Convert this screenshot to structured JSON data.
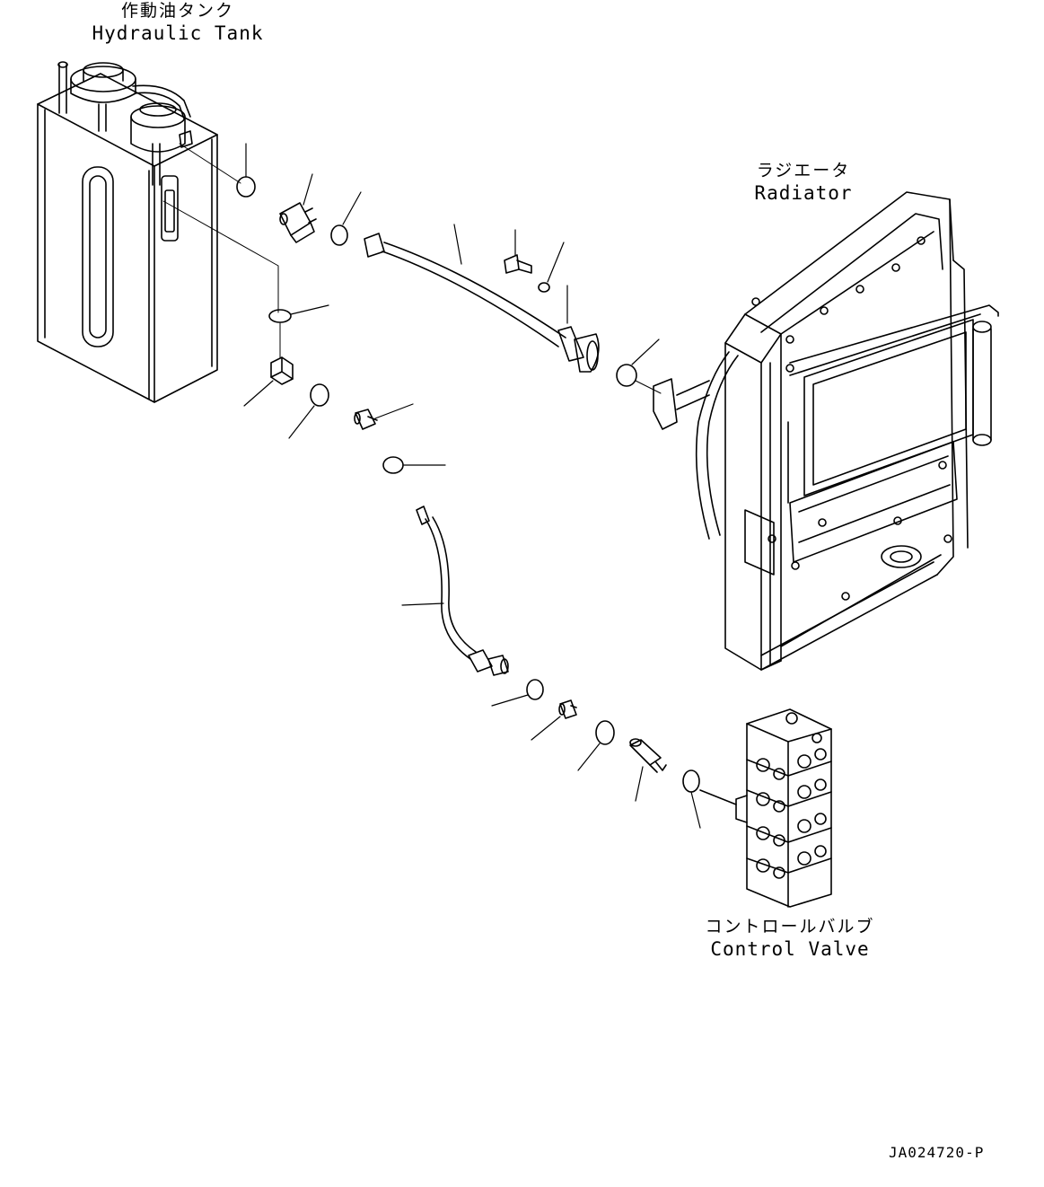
{
  "labels": {
    "hydraulic_tank": {
      "jp": "作動油タンク",
      "en": "Hydraulic Tank"
    },
    "radiator": {
      "jp": "ラジエータ",
      "en": "Radiator"
    },
    "control_valve": {
      "jp": "コントロールバルブ",
      "en": "Control Valve"
    }
  },
  "drawing_code": "JA024720-P",
  "colors": {
    "line": "#000000",
    "background": "#ffffff"
  }
}
